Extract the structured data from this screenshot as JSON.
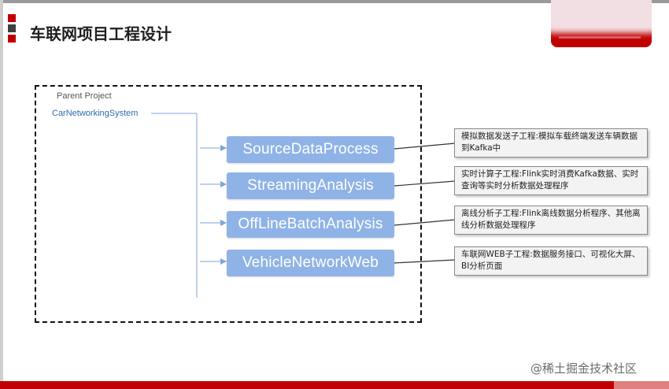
{
  "slide": {
    "title": "车联网项目工程设计"
  },
  "diagram": {
    "parent_label": "Parent Project",
    "system_label": "CarNetworkingSystem",
    "modules": [
      {
        "name": "SourceDataProcess",
        "description": "模拟数据发送子工程:模拟车载终端发送车辆数据到Kafka中"
      },
      {
        "name": "StreamingAnalysis",
        "description": "实时计算子工程:Flink实时消费Kafka数据、实时查询等实时分析数据处理程序"
      },
      {
        "name": "OffLineBatchAnalysis",
        "description": "离线分析子工程:Flink离线数据分析程序、其他离线分析数据处理程序"
      },
      {
        "name": "VehicleNetworkWeb",
        "description": "车联网WEB子工程:数据服务接口、可视化大屏、BI分析页面"
      }
    ],
    "colors": {
      "module_fill": "#8fb3e6",
      "connector": "#7fa6d6",
      "accent_red": "#c00000"
    }
  },
  "watermark": "@稀土掘金技术社区"
}
